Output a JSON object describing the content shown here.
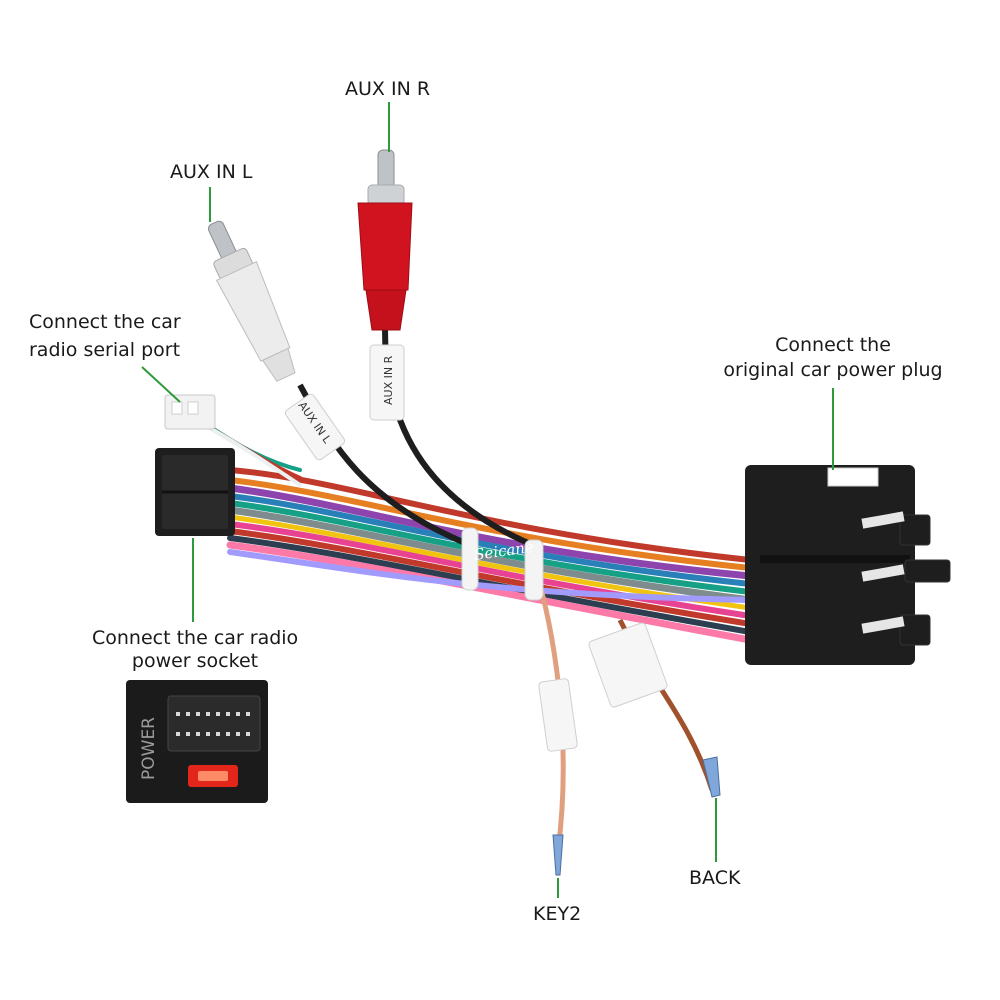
{
  "labels": {
    "aux_in_r": "AUX IN R",
    "aux_in_l": "AUX IN L",
    "serial_port_line1": "Connect the car",
    "serial_port_line2": "radio  serial port",
    "orig_plug_line1": "Connect the",
    "orig_plug_line2": "original car power plug",
    "power_socket_line1": "Connect the car radio",
    "power_socket_line2": "power socket",
    "key2": "KEY2",
    "back": "BACK"
  },
  "tags": {
    "aux_r_tag": "AUX IN R",
    "aux_l_tag": "AUX IN L",
    "brand": "Seicane",
    "power_panel": "POWER"
  },
  "colors": {
    "leader_line": "#2e9a3a",
    "rca_red": "#d0131f",
    "rca_white": "#ececec",
    "connector_black": "#1e1e1e",
    "fuse_red": "#e2261b"
  }
}
